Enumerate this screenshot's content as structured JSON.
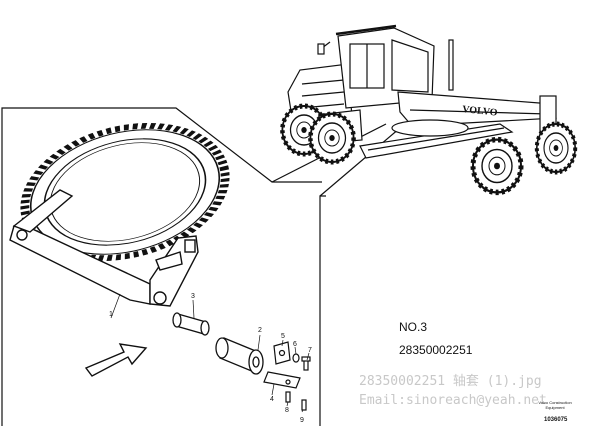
{
  "vehicle": {
    "brand_text": "VOLVO"
  },
  "callouts": {
    "c1": "1",
    "c2": "2",
    "c3": "3",
    "c4": "4",
    "c5": "5",
    "c6": "6",
    "c7": "7",
    "c8": "8",
    "c9": "9"
  },
  "label": {
    "no": "NO.3",
    "part_number": "28350002251"
  },
  "watermark": {
    "filename": "28350002251 轴套 (1).jpg",
    "email": "Email:sinoreach@yeah.net"
  },
  "footer": {
    "maker": "Volvo Construction Equipment",
    "drawing_ref": "1036075"
  }
}
